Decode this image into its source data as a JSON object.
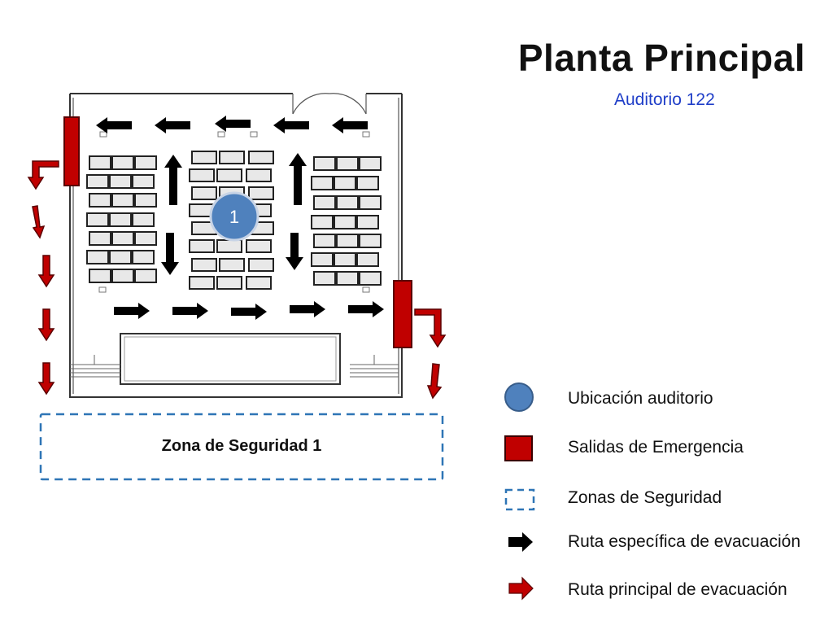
{
  "header": {
    "title": "Planta Principal",
    "subtitle": "Auditorio 122"
  },
  "map": {
    "location_marker": "1",
    "safety_zone_label": "Zona de Seguridad 1"
  },
  "legend": {
    "items": [
      {
        "icon": "location-circle-icon",
        "label": "Ubicación auditorio"
      },
      {
        "icon": "emergency-exit-icon",
        "label": "Salidas de Emergencia"
      },
      {
        "icon": "safety-zone-icon",
        "label": "Zonas de Seguridad"
      },
      {
        "icon": "black-arrow-icon",
        "label": "Ruta específica de evacuación"
      },
      {
        "icon": "red-arrow-icon",
        "label": "Ruta principal de evacuación"
      }
    ]
  },
  "colors": {
    "exit_red": "#c00000",
    "marker_blue": "#4f81bd",
    "zone_blue": "#2e75b6",
    "route_black": "#000000"
  }
}
